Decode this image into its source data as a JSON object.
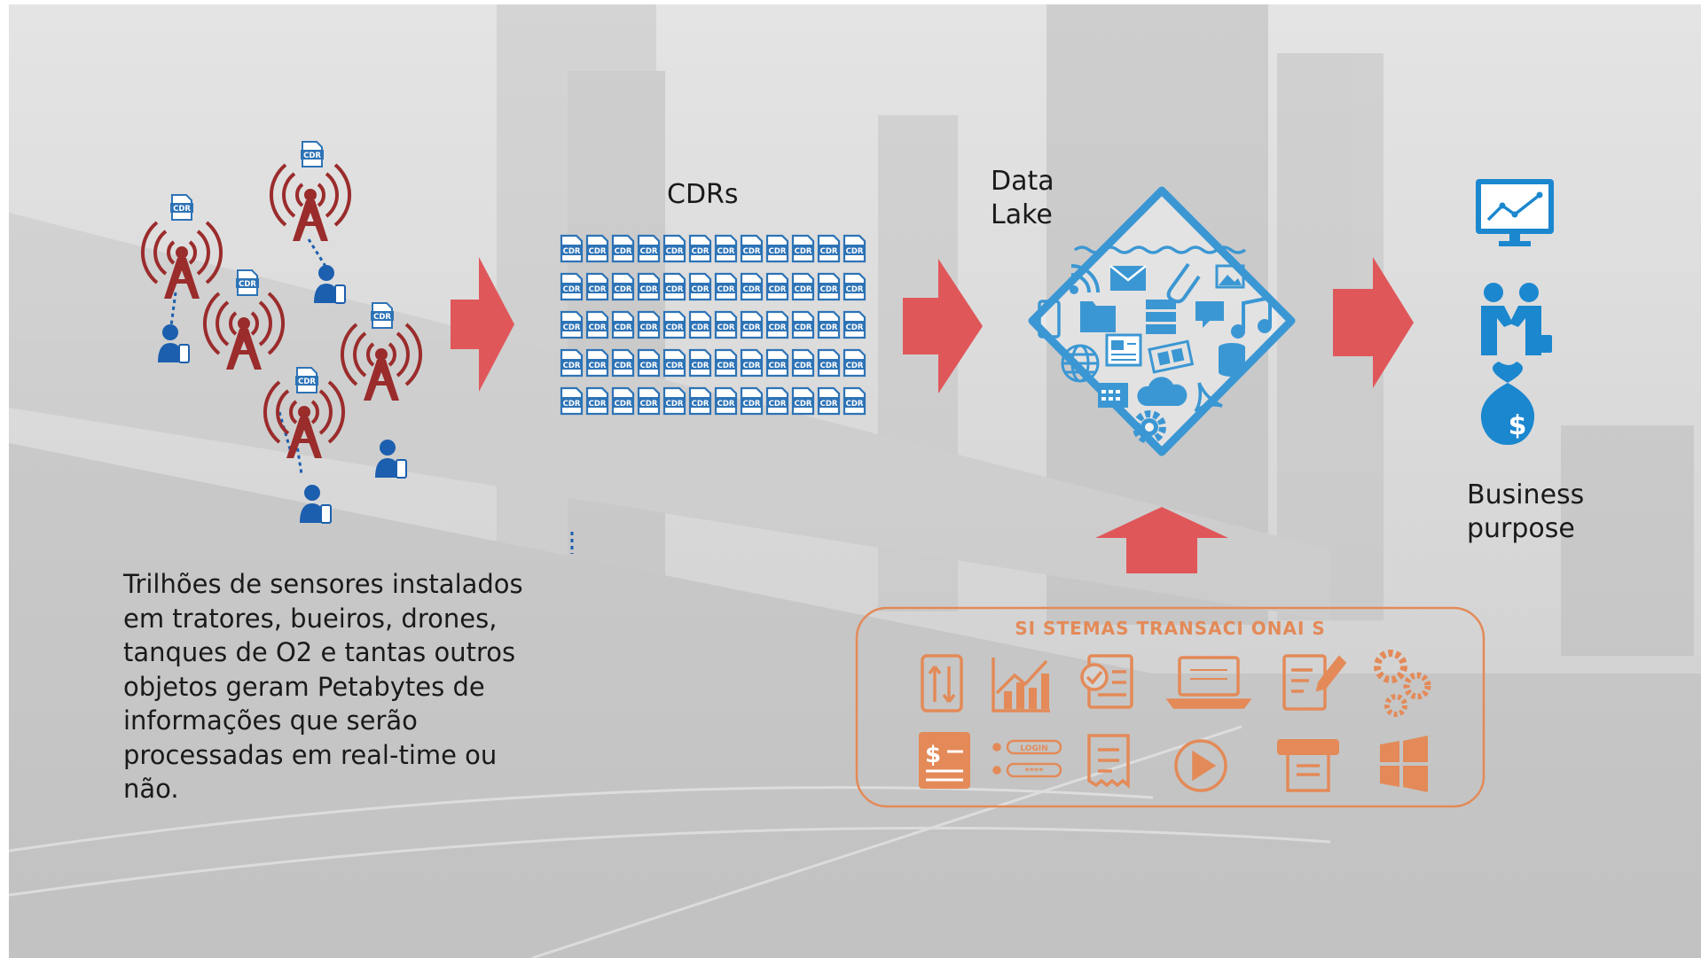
{
  "cdrs": {
    "title": "CDRs",
    "badge_text": "CDR"
  },
  "data_lake": {
    "title": "Data\nLake"
  },
  "business": {
    "title": "Business\npurpose"
  },
  "sensors": {
    "description": "Trilhões de sensores instalados em tratores, bueiros, drones, tanques de O2 e tantas outros objetos geram Petabytes de informações que serão processadas em real-time ou não."
  },
  "transactional": {
    "title": "SI STEMAS TRANSACI ONAI S",
    "login_text": "LOGIN",
    "password_text": "****"
  },
  "colors": {
    "arrow": "#e0575a",
    "lake": "#3b97d3",
    "tower": "#9b2c2c",
    "cdr": "#2d73b6",
    "transactional": "#e38a58",
    "business": "#1b87cf"
  },
  "icons": [
    "radio-tower-icon",
    "person-with-phone-icon",
    "cdr-file-icon",
    "wifi-icon",
    "envelope-icon",
    "paperclip-icon",
    "image-icon",
    "tablet-icon",
    "folder-icon",
    "server-icon",
    "chat-bubble-icon",
    "music-note-icon",
    "globe-icon",
    "document-icon",
    "film-icon",
    "database-icon",
    "calendar-icon",
    "cloud-icon",
    "pdf-icon",
    "gear-icon",
    "monitor-chart-icon",
    "handshake-icon",
    "money-bag-icon",
    "transfer-icon",
    "bar-chart-icon",
    "checklist-icon",
    "laptop-icon",
    "edit-document-icon",
    "gears-icon",
    "invoice-icon",
    "login-icon",
    "receipt-icon",
    "play-button-icon",
    "printer-receipt-icon",
    "windows-icon"
  ]
}
